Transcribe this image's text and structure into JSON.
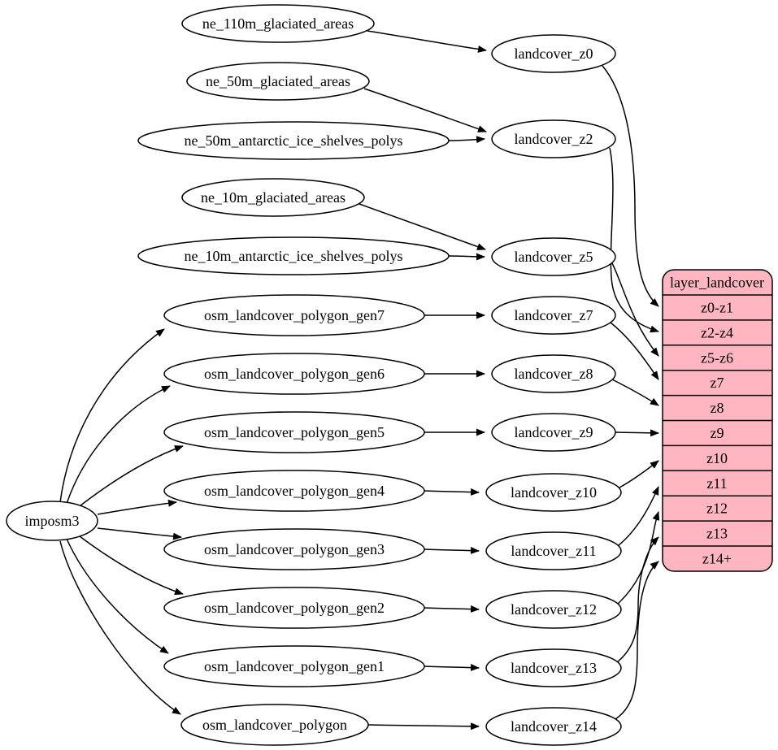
{
  "diagram": {
    "background_color": "#ffffff",
    "edge_color": "#000000",
    "node_fill": "#ffffff"
  },
  "nodes": {
    "imposm3": {
      "label": "imposm3"
    },
    "sources": [
      {
        "label": "ne_110m_glaciated_areas"
      },
      {
        "label": "ne_50m_glaciated_areas"
      },
      {
        "label": "ne_50m_antarctic_ice_shelves_polys"
      },
      {
        "label": "ne_10m_glaciated_areas"
      },
      {
        "label": "ne_10m_antarctic_ice_shelves_polys"
      },
      {
        "label": "osm_landcover_polygon_gen7"
      },
      {
        "label": "osm_landcover_polygon_gen6"
      },
      {
        "label": "osm_landcover_polygon_gen5"
      },
      {
        "label": "osm_landcover_polygon_gen4"
      },
      {
        "label": "osm_landcover_polygon_gen3"
      },
      {
        "label": "osm_landcover_polygon_gen2"
      },
      {
        "label": "osm_landcover_polygon_gen1"
      },
      {
        "label": "osm_landcover_polygon"
      }
    ],
    "stages": [
      {
        "label": "landcover_z0"
      },
      {
        "label": "landcover_z2"
      },
      {
        "label": "landcover_z5"
      },
      {
        "label": "landcover_z7"
      },
      {
        "label": "landcover_z8"
      },
      {
        "label": "landcover_z9"
      },
      {
        "label": "landcover_z10"
      },
      {
        "label": "landcover_z11"
      },
      {
        "label": "landcover_z12"
      },
      {
        "label": "landcover_z13"
      },
      {
        "label": "landcover_z14"
      }
    ]
  },
  "table": {
    "title": "layer_landcover",
    "fill": "#ffb6c1",
    "rows": [
      "z0-z1",
      "z2-z4",
      "z5-z6",
      "z7",
      "z8",
      "z9",
      "z10",
      "z11",
      "z12",
      "z13",
      "z14+"
    ]
  }
}
